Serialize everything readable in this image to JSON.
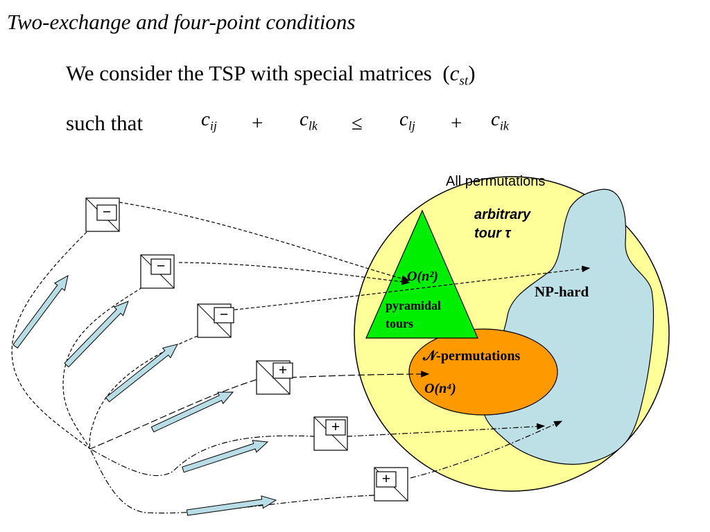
{
  "title": "Two-exchange and four-point conditions",
  "intro": {
    "text": "We consider the TSP with special matrices",
    "matrix_open": "(",
    "matrix_var": "c",
    "matrix_sub": "st",
    "matrix_close": ")"
  },
  "condition": {
    "lead": "such that",
    "t1_var": "c",
    "t1_sub": "ij",
    "plus1": "+",
    "t2_var": "c",
    "t2_sub": "lk",
    "leq": "≤",
    "t3_var": "c",
    "t3_sub": "lj",
    "plus2": "+",
    "t4_var": "c",
    "t4_sub": "ik"
  },
  "diagram": {
    "all_permutations": "All permutations",
    "arbitrary_line1": "arbitrary",
    "arbitrary_line2": "tour τ",
    "np_hard": "NP-hard",
    "pyramidal_complexity": "O(n²)",
    "pyramidal_line1": "pyramidal",
    "pyramidal_line2": "tours",
    "n_permutations": "𝒩-permutations",
    "n_complexity": "O(n⁴)",
    "box_signs": [
      "−",
      "−",
      "−",
      "+",
      "+",
      "+"
    ],
    "colors": {
      "circle_fill": "#ffff99",
      "np_hard_fill": "#bde0e6",
      "pyramid_fill": "#00ee00",
      "ellipse_fill": "#ff9900",
      "arrow_fill": "#b8dde6"
    }
  }
}
